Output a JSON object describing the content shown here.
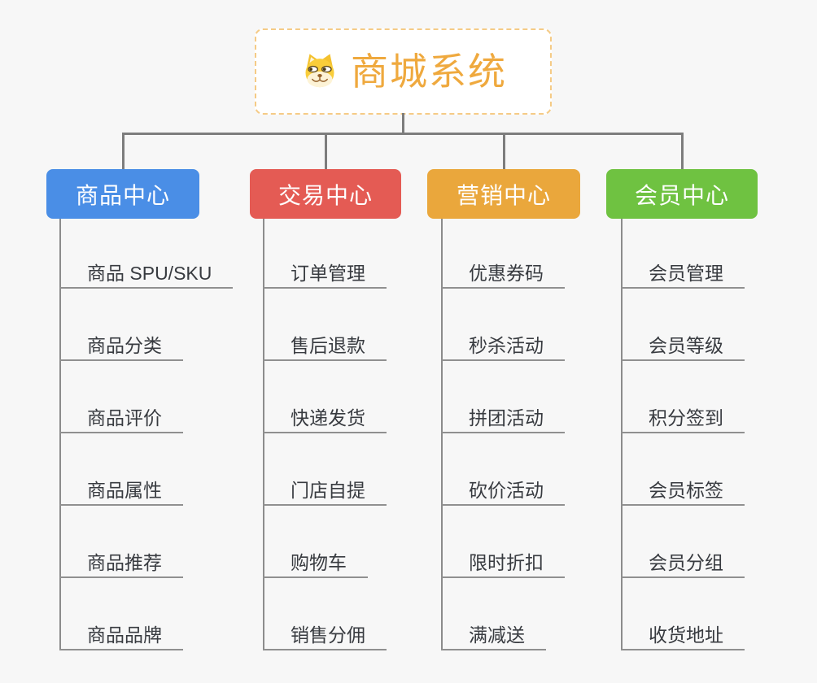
{
  "root": {
    "title": "商城系统",
    "icon": "shiba-dog-icon",
    "title_color": "#efa93e",
    "border_color": "#f5cb86"
  },
  "connector_color": "#7d7d7d",
  "branches": [
    {
      "label": "商品中心",
      "color": "#4a8ee6",
      "children": [
        "商品 SPU/SKU",
        "商品分类",
        "商品评价",
        "商品属性",
        "商品推荐",
        "商品品牌"
      ]
    },
    {
      "label": "交易中心",
      "color": "#e45b54",
      "children": [
        "订单管理",
        "售后退款",
        "快递发货",
        "门店自提",
        "购物车",
        "销售分佣"
      ]
    },
    {
      "label": "营销中心",
      "color": "#eaa73c",
      "children": [
        "优惠券码",
        "秒杀活动",
        "拼团活动",
        "砍价活动",
        "限时折扣",
        "满减送"
      ]
    },
    {
      "label": "会员中心",
      "color": "#6fc241",
      "children": [
        "会员管理",
        "会员等级",
        "积分签到",
        "会员标签",
        "会员分组",
        "收货地址"
      ]
    }
  ]
}
